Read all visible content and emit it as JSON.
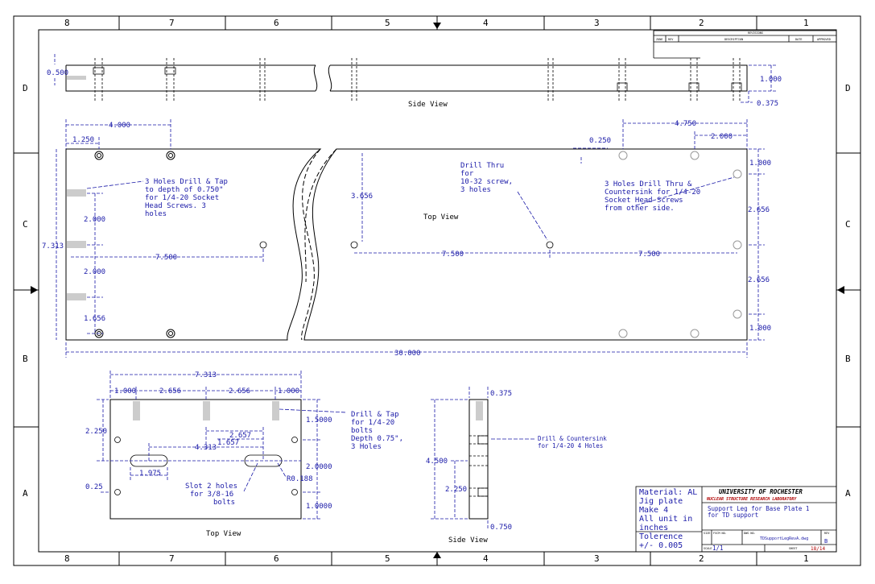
{
  "border": {
    "columns_top": [
      "8",
      "7",
      "6",
      "5",
      "4",
      "3",
      "2",
      "1"
    ],
    "columns_bottom": [
      "8",
      "7",
      "6",
      "5",
      "4",
      "3",
      "2",
      "1"
    ],
    "rows_left": [
      "D",
      "C",
      "B",
      "A"
    ],
    "rows_right": [
      "D",
      "C",
      "B",
      "A"
    ]
  },
  "revision_block": {
    "title": "REVISIONS",
    "headers": [
      "ZONE",
      "REV",
      "DESCRIPTION",
      "DATE",
      "APPROVED"
    ]
  },
  "views": {
    "side_view_top_label": "Side View",
    "top_view_main_label": "Top View",
    "top_view_small_label": "Top View",
    "side_view_small_label": "Side View"
  },
  "dimensions": {
    "d_0500": "0.500",
    "d_1000_side": "1.000",
    "d_0375_side": "0.375",
    "d_4000": "4.000",
    "d_1250": "1.250",
    "d_4750": "4.750",
    "d_2000_top": "2.000",
    "d_0250": "0.250",
    "d_1000_r1": "1.000",
    "d_3656": "3.656",
    "d_2656_r1": "2.656",
    "d_7313_left": "7.313",
    "d_2000_l1": "2.000",
    "d_2000_l2": "2.000",
    "d_7500_l": "7.500",
    "d_7500_m": "7.500",
    "d_7500_r": "7.500",
    "d_2656_r2": "2.656",
    "d_1656": "1.656",
    "d_1000_r2": "1.000",
    "d_30000": "30.000",
    "d_7313_small": "7.313",
    "d_1000_s1": "1.000",
    "d_2656_s1": "2.656",
    "d_2656_s2": "2.656",
    "d_1000_s2": "1.000",
    "d_2250": "2.250",
    "d_2657": "2.657",
    "d_1657": "1.657",
    "d_4313": "4.313",
    "d_1975": "1.975",
    "d_025": "0.25",
    "d_r0188": "R0.188",
    "d_15000": "1.5000",
    "d_20000": "2.0000",
    "d_10000": "1.0000",
    "d_0375_sv": "0.375",
    "d_4500": "4.500",
    "d_2250_sv": "2.250",
    "d_0750": "0.750"
  },
  "notes": {
    "tap_note": [
      "3 Holes Drill & Tap",
      "to depth of 0.750\"",
      "for 1/4-20 Socket",
      "Head Screws. 3",
      "holes"
    ],
    "drill_thru_note": [
      "Drill Thru",
      "for",
      "10-32 screw,",
      "3 holes"
    ],
    "countersink_note": [
      "3 Holes Drill Thru &",
      "Countersink for 1/4-20",
      "Socket Head Screws",
      "from other side."
    ],
    "small_tap_note": [
      "Drill & Tap",
      "for 1/4-20",
      "bolts",
      "Depth 0.75\",",
      "3 Holes"
    ],
    "slot_note": [
      "Slot 2 holes",
      "for 3/8-16",
      "bolts"
    ],
    "countersink_sv_note": [
      "Drill & Countersink",
      "for 1/4-20 4 Holes"
    ]
  },
  "title_block": {
    "material_lines": [
      "Material: AL",
      "Jig plate",
      "Make 4",
      "All unit in",
      "inches"
    ],
    "tolerance_label": "Tolerence",
    "tolerance_value": "+/- 0.005",
    "university": "UNIVERSITY OF ROCHESTER",
    "lab": "NUCLEAR STRUCTURE RESEARCH LABORATORY",
    "title_lines": [
      "Support Leg for Base Plate 1",
      "for TD support"
    ],
    "size_label": "SIZE",
    "fscm_label": "FSCM NO.",
    "dwg_label": "DWG NO.",
    "dwg_no": "TDSupportLegRevA.dwg",
    "rev_label": "REV",
    "rev": "B",
    "scale_label": "SCALE",
    "scale": "1/1",
    "sheet_label": "SHEET",
    "sheet": "18/14"
  }
}
